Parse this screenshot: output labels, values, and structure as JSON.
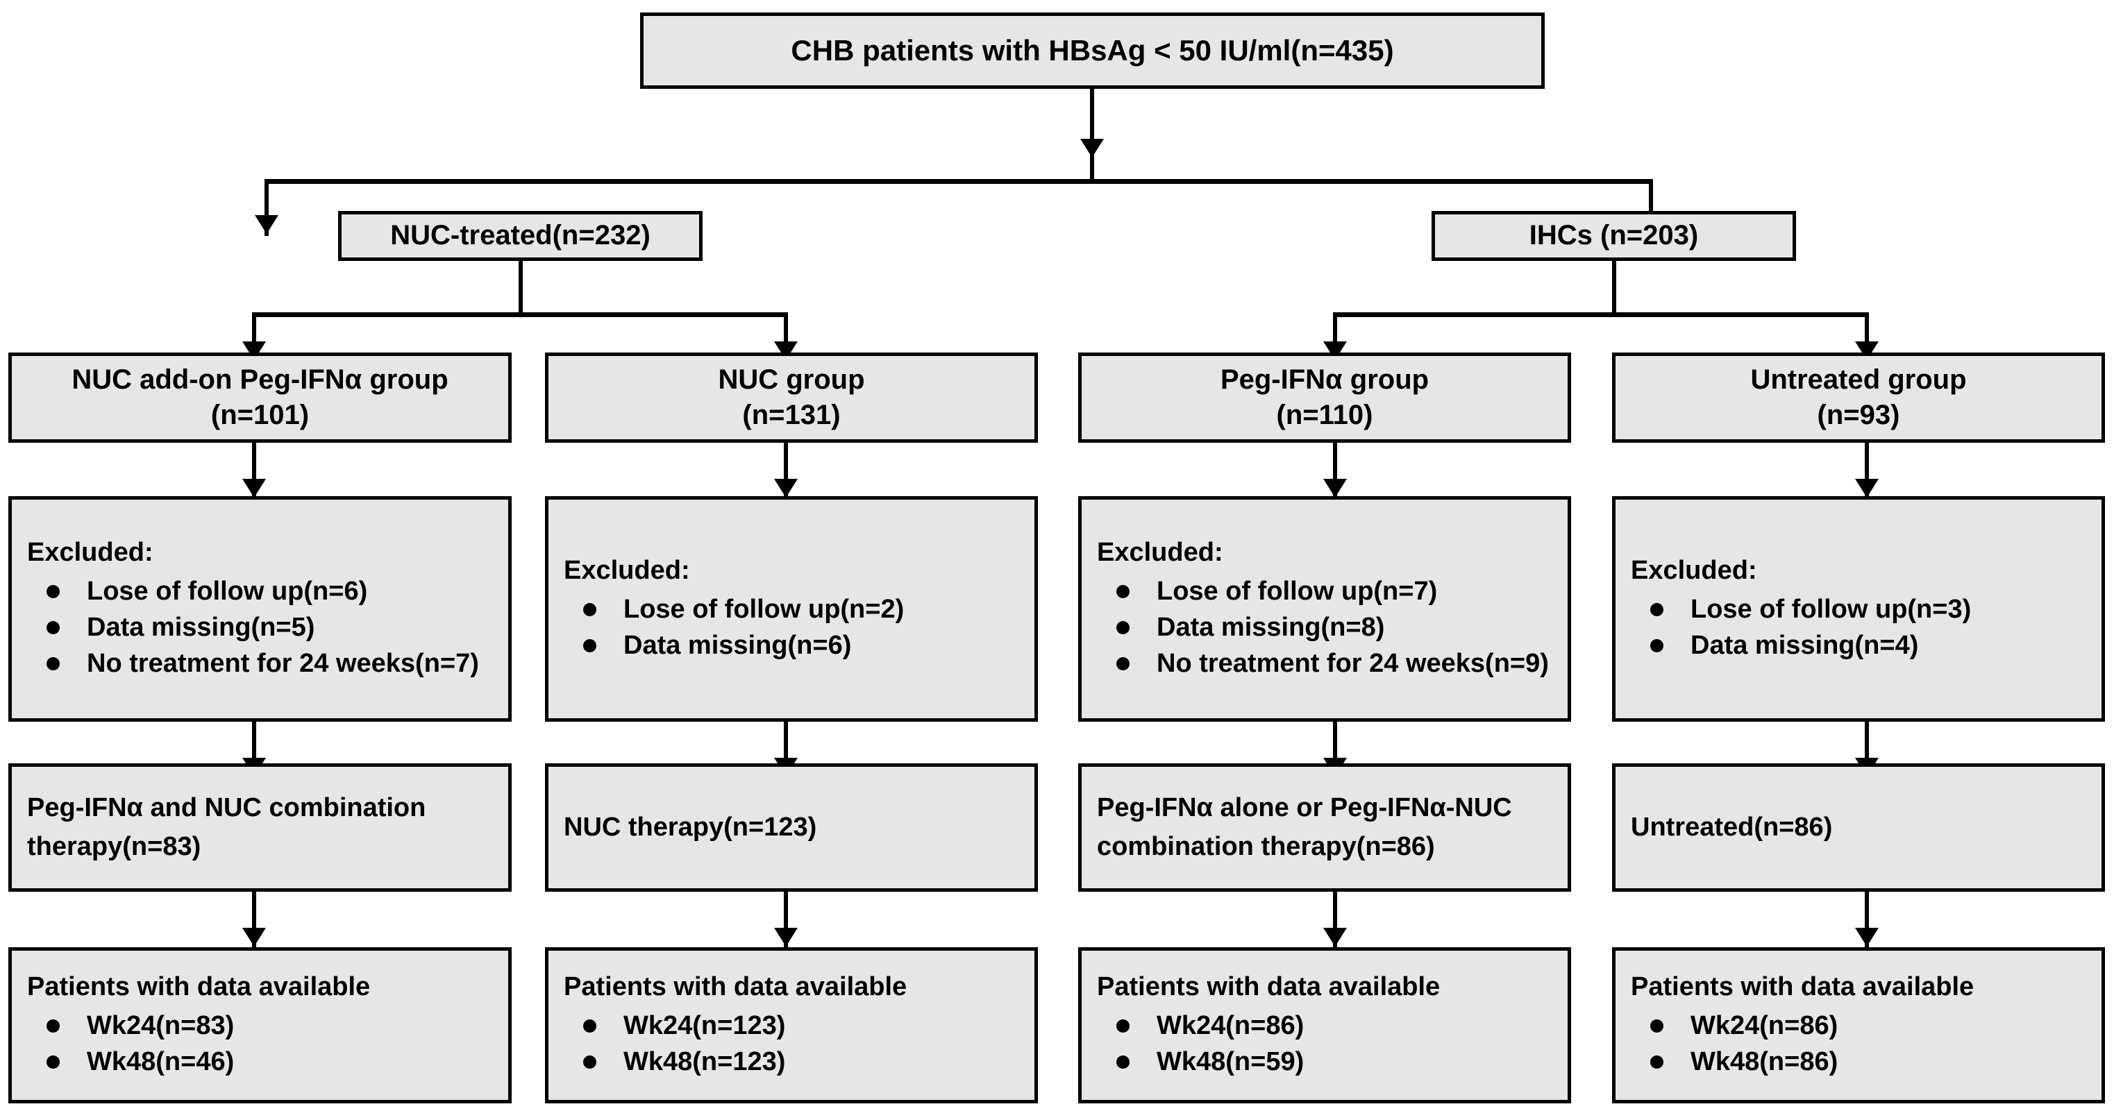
{
  "diagram": {
    "type": "study-flow-chart",
    "colors": {
      "box_fill": "#e6e6e6",
      "box_border": "#000000",
      "connector": "#000000",
      "background": "#ffffff"
    },
    "root": {
      "label": "CHB patients with HBsAg < 50 IU/ml(n=435)"
    },
    "level2": [
      {
        "label": "NUC-treated(n=232)"
      },
      {
        "label": "IHCs (n=203)"
      }
    ],
    "columns": [
      {
        "group": {
          "name": "NUC  add-on Peg-IFNα group",
          "count": "(n=101)"
        },
        "excluded": {
          "heading": "Excluded:",
          "items": [
            "Lose of follow up(n=6)",
            "Data missing(n=5)",
            "No treatment for 24 weeks(n=7)"
          ]
        },
        "therapy": {
          "label": "Peg-IFNα and NUC combination therapy(n=83)"
        },
        "available": {
          "heading": "Patients with data available",
          "items": [
            "Wk24(n=83)",
            "Wk48(n=46)"
          ]
        }
      },
      {
        "group": {
          "name": "NUC group",
          "count": "(n=131)"
        },
        "excluded": {
          "heading": "Excluded:",
          "items": [
            "Lose of follow up(n=2)",
            "Data missing(n=6)"
          ]
        },
        "therapy": {
          "label": "NUC therapy(n=123)"
        },
        "available": {
          "heading": "Patients with data available",
          "items": [
            "Wk24(n=123)",
            "Wk48(n=123)"
          ]
        }
      },
      {
        "group": {
          "name": "Peg-IFNα group",
          "count": "(n=110)"
        },
        "excluded": {
          "heading": "Excluded:",
          "items": [
            "Lose of follow up(n=7)",
            "Data missing(n=8)",
            "No treatment for 24 weeks(n=9)"
          ]
        },
        "therapy": {
          "label": "Peg-IFNα alone or Peg-IFNα-NUC combination therapy(n=86)"
        },
        "available": {
          "heading": "Patients with data available",
          "items": [
            "Wk24(n=86)",
            "Wk48(n=59)"
          ]
        }
      },
      {
        "group": {
          "name": "Untreated group",
          "count": "(n=93)"
        },
        "excluded": {
          "heading": "Excluded:",
          "items": [
            "Lose of follow up(n=3)",
            "Data missing(n=4)"
          ]
        },
        "therapy": {
          "label": "Untreated(n=86)"
        },
        "available": {
          "heading": "Patients with data available",
          "items": [
            "Wk24(n=86)",
            "Wk48(n=86)"
          ]
        }
      }
    ]
  }
}
